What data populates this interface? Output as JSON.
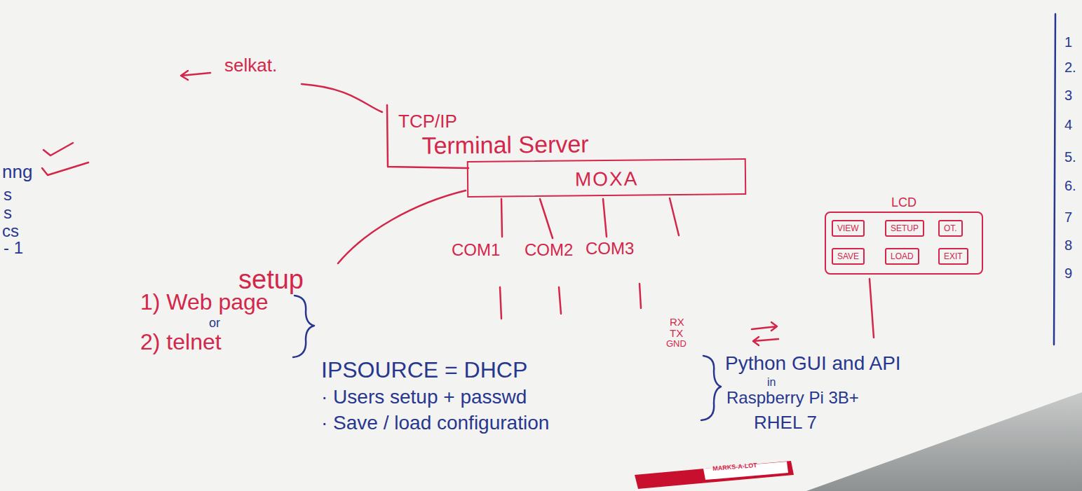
{
  "diagram": {
    "nodes": [
      {
        "text": [
          "Terminal Server",
          "MOXA"
        ]
      },
      {
        "text": [
          "LCD"
        ]
      },
      {
        "text": [
          "VIEW"
        ],
        "in": 1
      },
      {
        "text": [
          "SETUP"
        ],
        "in": 1
      },
      {
        "text": [
          "OT."
        ],
        "in": 1
      },
      {
        "text": [
          "SAVE"
        ],
        "in": 1
      },
      {
        "text": [
          "LOAD"
        ],
        "in": 1
      },
      {
        "text": [
          "EXIT"
        ],
        "in": 1
      }
    ],
    "labels": [
      "selkat.",
      "TCP/IP",
      "setup",
      "COM1",
      "COM2",
      "COM3",
      "1) Web page",
      "or",
      "2) telnet",
      "RX",
      "TX",
      "GND",
      "IPSOURCE = DHCP",
      "· Users setup + passwd",
      "· Save / load configuration",
      "Python GUI and API",
      "in",
      "Raspberry Pi 3B+",
      "RHEL 7",
      "nng",
      "s",
      "s",
      "cs",
      "- 1",
      "1",
      "2.",
      "3",
      "4",
      "5.",
      "6.",
      "7",
      "8",
      "9",
      "MARKS-A-LOT"
    ]
  }
}
